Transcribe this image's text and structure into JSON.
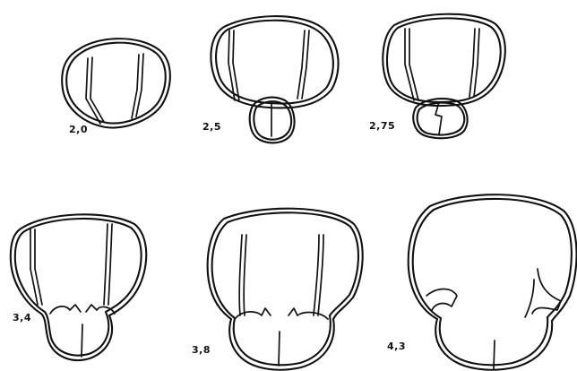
{
  "figure": {
    "stages": [
      {
        "label": "2,0"
      },
      {
        "label": "2,5"
      },
      {
        "label": "2,75"
      },
      {
        "label": "3,4"
      },
      {
        "label": "3,8"
      },
      {
        "label": "4,3"
      }
    ]
  }
}
